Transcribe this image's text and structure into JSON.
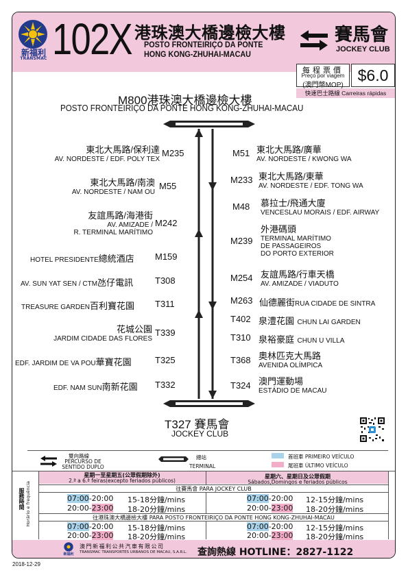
{
  "route": {
    "number": "102X",
    "operator_cn": "新福利",
    "operator_en": "TRANSMAC",
    "origin_cn": "港珠澳大橋邊檢大樓",
    "origin_pt": "POSTO FRONTEIRIÇO DA PONTE",
    "origin_en": "HONG KONG-ZHUHAI-MACAU",
    "dest_cn": "賽馬會",
    "dest_en": "JOCKEY CLUB"
  },
  "fare": {
    "label_cn": "每程票價",
    "label_pt": "Preço por viagem",
    "label_mop": "(澳門幣MOP)",
    "value": "$6.0",
    "express": "快速巴士路線 Carreiras rápidas"
  },
  "terminal_top": {
    "cn": "M800港珠澳大橋邊檢大樓",
    "pt": "POSTO FRONTEIRIÇO DA PONTE HONG KONG-ZHUHAI-MACAU"
  },
  "left_stops": [
    {
      "cn": "東北大馬路/保利達",
      "pt": "AV. NORDESTE / EDF. POLY TEX",
      "code": "M235"
    },
    {
      "cn": "東北大馬路/南澳",
      "pt": "AV. NORDESTE / NAM OU",
      "code": "M55"
    },
    {
      "cn": "友誼馬路/海港街",
      "pt": "AV. AMIZADE /",
      "pt2": "R. TERMINAL MARÍTIMO",
      "code": "M242"
    },
    {
      "cn": "總統酒店",
      "pt": "HOTEL PRESIDENTE",
      "code": "M159"
    },
    {
      "cn": "氹仔電訊",
      "pt": "AV. SUN YAT SEN / CTM",
      "code": "T308"
    },
    {
      "cn": "百利寶花園",
      "pt": "TREASURE GARDEN",
      "code": "T311"
    },
    {
      "cn": "花城公園",
      "pt": "JARDIM CIDADE DAS FLORES",
      "code": "T339"
    },
    {
      "cn": "華寶花園",
      "pt": "EDF. JARDIM DE VA POU",
      "code": "T325"
    },
    {
      "cn": "南新花園",
      "pt": "EDF. NAM SUN",
      "code": "T332"
    }
  ],
  "right_stops": [
    {
      "code": "M51",
      "cn": "東北大馬路/廣華",
      "pt": "AV. NORDESTE / KWONG WA"
    },
    {
      "code": "M233",
      "cn": "東北大馬路/東華",
      "pt": "AV. NORDESTE / EDF. TONG WA"
    },
    {
      "code": "M48",
      "cn": "慕拉士/飛通大廈",
      "pt": "VENCESLAU MORAIS / EDF. AIRWAY"
    },
    {
      "code": "M239",
      "cn": "外港碼頭",
      "pt": "TERMINAL MARÍTIMO",
      "pt2": "DE PASSAGEIROS",
      "pt3": "DO PORTO EXTERIOR"
    },
    {
      "code": "M254",
      "cn": "友誼馬路/行車天橋",
      "pt": "AV. AMIZADE / VIADUTO"
    },
    {
      "code": "M263",
      "cn": "仙德麗街",
      "pt": "RUA CIDADE DE SINTRA"
    },
    {
      "code": "T402",
      "cn": "泉澧花園",
      "pt": "CHUN LAI GARDEN"
    },
    {
      "code": "T310",
      "cn": "泉裕豪庭",
      "pt": "CHUN U VILLA"
    },
    {
      "code": "T368",
      "cn": "奧林匹克大馬路",
      "pt": "AVENIDA OLÍMPICA"
    },
    {
      "code": "T324",
      "cn": "澳門運動場",
      "pt": "ESTÁDIO DE MACAU"
    }
  ],
  "terminal_bottom": {
    "cn": "T327 賽馬會",
    "en": "JOCKEY CLUB"
  },
  "legend": {
    "bidir_cn": "雙向路線",
    "bidir_pt": "PERCURSO DE SENTIDO DUPLO",
    "terminal_cn": "總站",
    "terminal_pt": "TERMINAL",
    "first_label": "首班車 PRIMEIRO VEÍCULO",
    "last_label": "尾班車 ÚLTIMO VEÍCULO",
    "first_color": "#a9d3ea",
    "last_color": "#f2aec9"
  },
  "schedule": {
    "side_label_cn": "服務時間",
    "side_label_pt": "Horário e frequência",
    "weekday_cn": "星期一至星期五(公眾假期除外)",
    "weekday_pt": "2.ª a 6.ª feiras(excepto feriados públicos)",
    "weekend_cn": "星期六、星期日及公眾假期",
    "weekend_pt": "Sábados,Domingos e feriados públicos",
    "dir1": "往賽馬會 PARA JOCKEY CLUB",
    "dir2": "往港珠澳大橋邊檢大樓 PARA POSTO FRONTEIRIÇO DA PONTE HONG KONG-ZHUHAI-MACAU",
    "rows": {
      "d1_wk_first": "07:00",
      "d1_wk_r1end": "-20:00",
      "d1_wk_r1freq": "15-18分鐘/mins",
      "d1_wk_r2start": "20:00-",
      "d1_wk_last": "23:00",
      "d1_wk_r2freq": "18-20分鐘/mins",
      "d1_we_first": "07:00",
      "d1_we_r1end": "-20:00",
      "d1_we_r1freq": "12-15分鐘/mins",
      "d1_we_r2start": "20:00-",
      "d1_we_last": "23:00",
      "d1_we_r2freq": "18-20分鐘/mins",
      "d2_wk_first": "07:00",
      "d2_wk_r1end": "-20:00",
      "d2_wk_r1freq": "15-18分鐘/mins",
      "d2_wk_r2start": "20:00-",
      "d2_wk_last": "23:00",
      "d2_wk_r2freq": "18-20分鐘/mins",
      "d2_we_first": "07:00",
      "d2_we_r1end": "-20:00",
      "d2_we_r1freq": "12-15分鐘/mins",
      "d2_we_r2start": "20:00-",
      "d2_we_last": "23:00",
      "d2_we_r2freq": "18-20分鐘/mins"
    }
  },
  "footer": {
    "company_cn": "澳門新福利公共汽車有限公司",
    "company_pt": "TRANSMAC TRANSPORTES URBANOS DE MACAU, S.A.R.L.",
    "hotline": "查詢熱線 HOTLINE：2827-1122",
    "brand_cn": "新福利"
  },
  "date": "2018-12-29"
}
